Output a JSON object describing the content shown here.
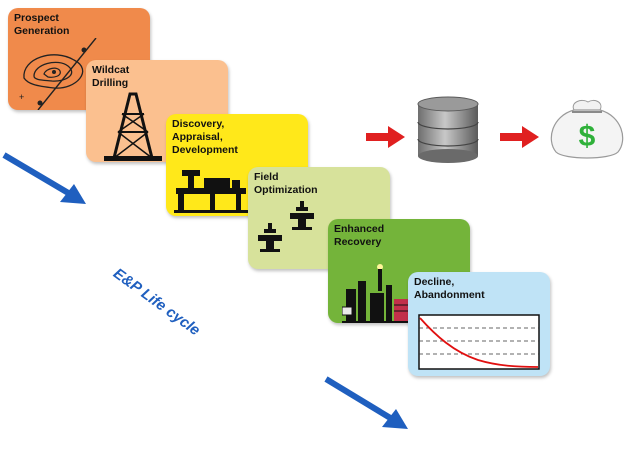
{
  "stages": [
    {
      "label": "Prospect\nGeneration",
      "color": "#f08a4b"
    },
    {
      "label": "Wildcat\nDrilling",
      "color": "#fbc08f"
    },
    {
      "label": "Discovery,\nAppraisal,\nDevelopment",
      "color": "#ffe81a"
    },
    {
      "label": "Field\nOptimization",
      "color": "#d7e29b"
    },
    {
      "label": "Enhanced\nRecovery",
      "color": "#74b43a"
    },
    {
      "label": "Decline,\nAbandonment",
      "color": "#bfe3f6"
    }
  ],
  "cycle_label": "E&P Life cycle",
  "colors": {
    "blue_arrow": "#1f5fbf",
    "red_arrow": "#e02020",
    "money_sign": "#2fb13a",
    "decline_curve": "#e01010"
  },
  "icons": {
    "database": "database-icon",
    "money_bag": "money-bag-icon"
  }
}
